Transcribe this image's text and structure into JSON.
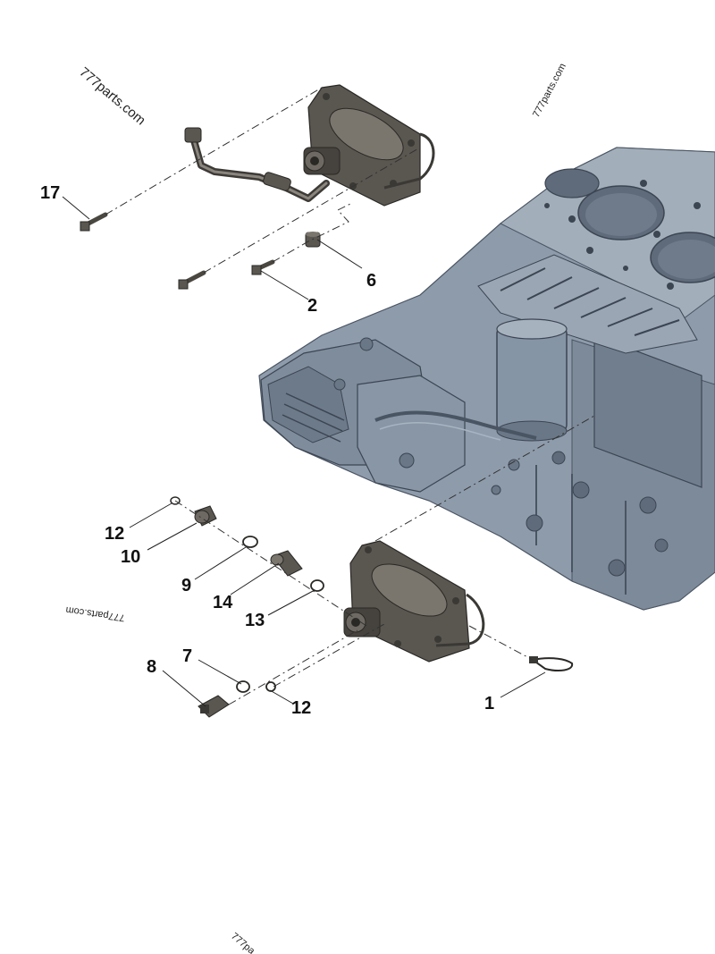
{
  "watermarks": {
    "top_left": "777parts.com",
    "top_right": "777parts.com",
    "mid_left_mirrored": "777parts.com",
    "bottom": "777pa..."
  },
  "callouts": {
    "c17": "17",
    "c6": "6",
    "c2": "2",
    "c12a": "12",
    "c10": "10",
    "c9": "9",
    "c14": "14",
    "c13": "13",
    "c7": "7",
    "c8": "8",
    "c12b": "12",
    "c1": "1"
  },
  "colors": {
    "engine_block": "#8e9bab",
    "engine_shadow": "#5f6b7a",
    "component_dark": "#5a5650",
    "component_mid": "#7a766e"
  }
}
